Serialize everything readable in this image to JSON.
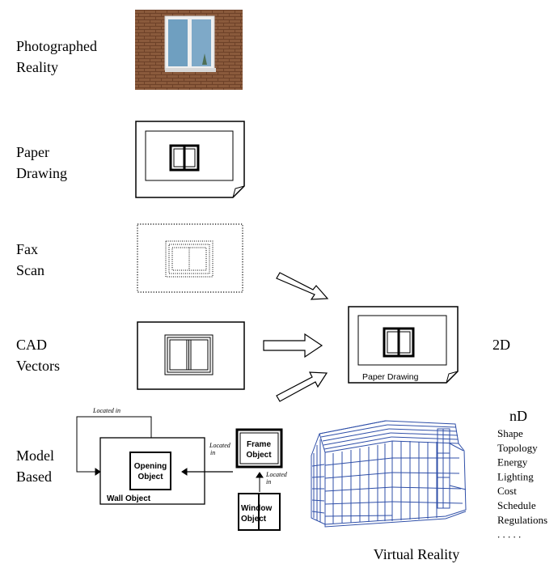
{
  "rows": {
    "photo": {
      "line1": "Photographed",
      "line2": "Reality"
    },
    "paper": {
      "line1": "Paper",
      "line2": "Drawing"
    },
    "fax": {
      "line1": "Fax",
      "line2": "Scan"
    },
    "cad": {
      "line1": "CAD",
      "line2": "Vectors"
    },
    "model": {
      "line1": "Model",
      "line2": "Based"
    }
  },
  "model_diagram": {
    "located_in_top": "Located in",
    "located_in_mid_1": "Located",
    "located_in_mid_2": "in",
    "located_in_low_1": "Located",
    "located_in_low_2": "in",
    "opening_line1": "Opening",
    "opening_line2": "Object",
    "wall": "Wall Object",
    "frame_line1": "Frame",
    "frame_line2": "Object",
    "window_line1": "Window",
    "window_line2": "Object"
  },
  "output": {
    "paper_caption": "Paper Drawing",
    "label_2d": "2D",
    "label_nd": "nD",
    "nd_items": [
      "Shape",
      "Topology",
      "Energy",
      "Lighting",
      "Cost",
      "Schedule",
      "Regulations",
      ". . . . ."
    ],
    "virtual_reality": "Virtual Reality"
  },
  "colors": {
    "brick": "#8a5a3c",
    "window_frame": "#f2f2f2",
    "glass": "#6f9fc0",
    "building_line": "#2f4fa8"
  }
}
